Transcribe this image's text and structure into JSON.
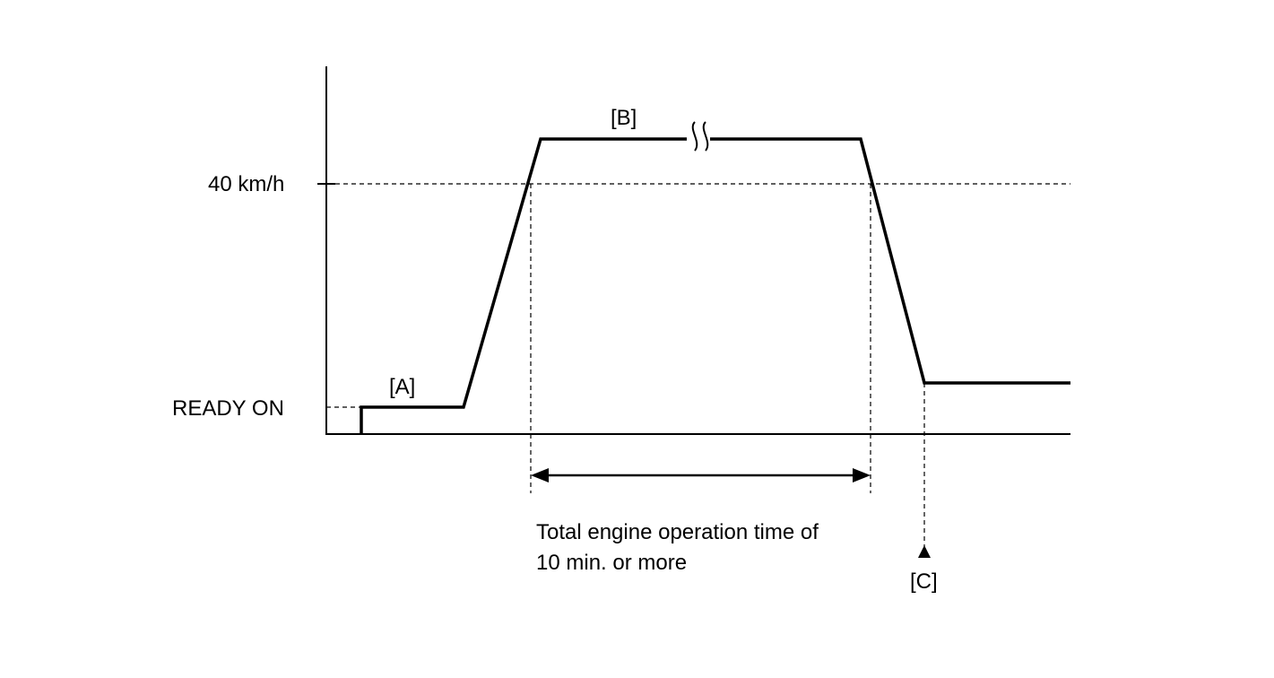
{
  "diagram": {
    "labels": {
      "speed_threshold": "40 km/h",
      "ready_on": "READY ON",
      "phase_a": "[A]",
      "phase_b": "[B]",
      "phase_c": "[C]",
      "duration_line1": "Total engine operation time of",
      "duration_line2": "10 min. or more"
    },
    "line_color": "#000000"
  }
}
